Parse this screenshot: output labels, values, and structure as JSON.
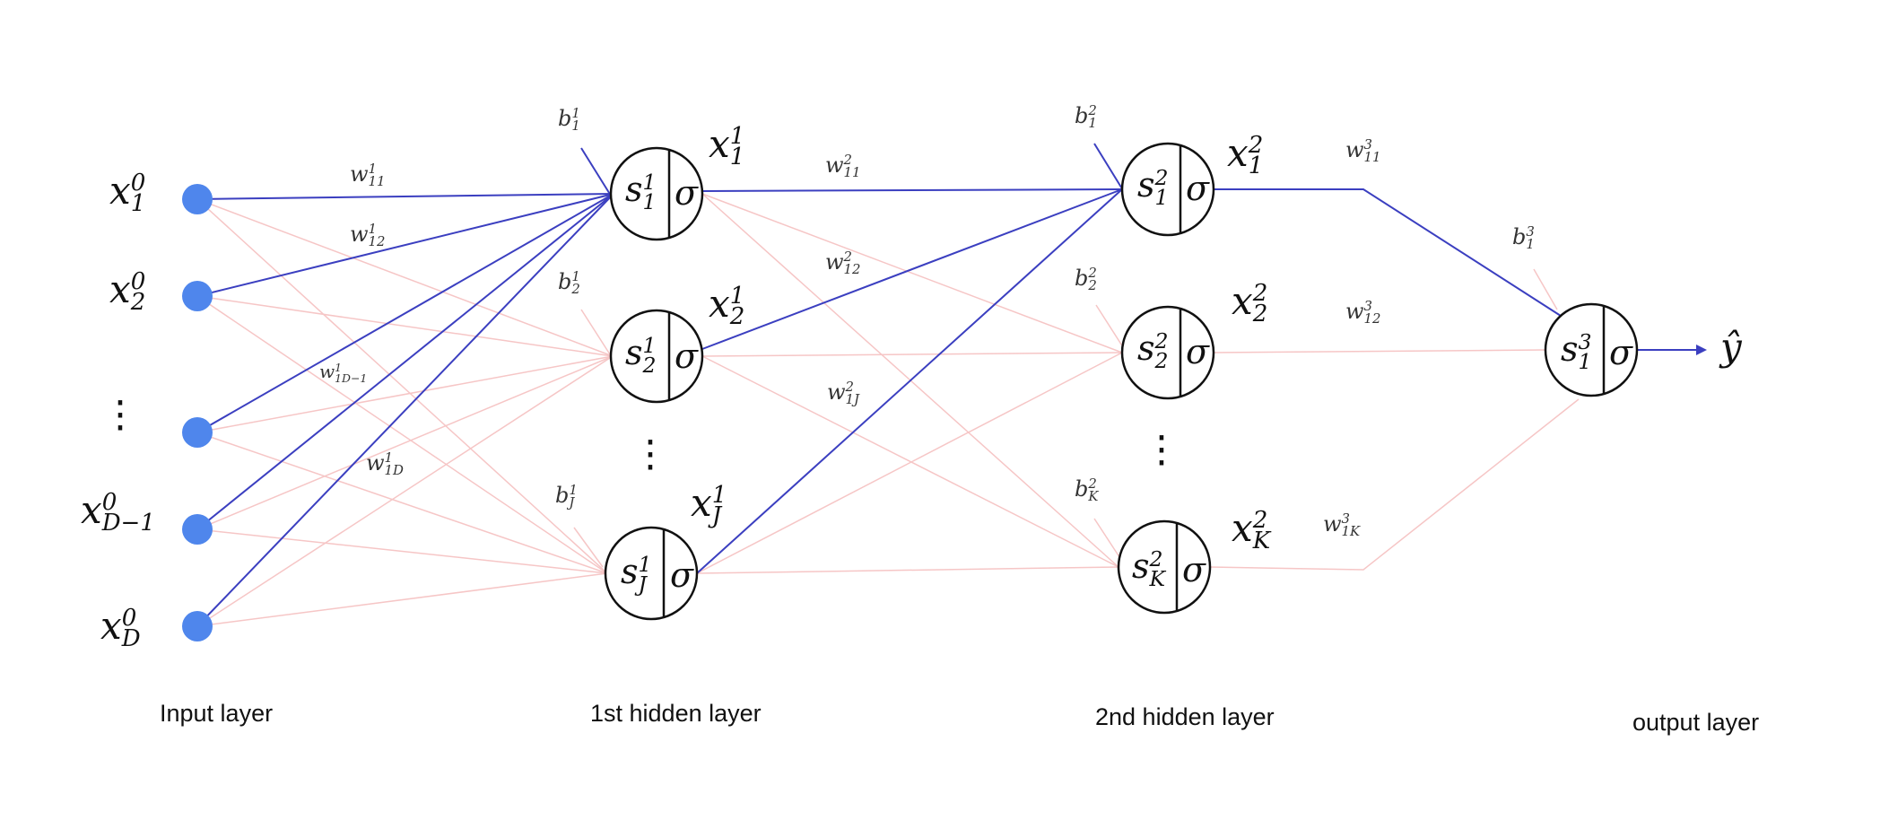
{
  "layers": {
    "input": "Input layer",
    "hidden1": "1st hidden layer",
    "hidden2": "2nd hidden layer",
    "output": "output layer"
  },
  "inputs": [
    {
      "base": "x",
      "sup": "0",
      "sub": "1"
    },
    {
      "base": "x",
      "sup": "0",
      "sub": "2"
    },
    {
      "base": "x",
      "sup": "0",
      "sub": "D−1"
    },
    {
      "base": "x",
      "sup": "0",
      "sub": "D"
    }
  ],
  "hidden1_nodes": [
    {
      "s_sup": "1",
      "s_sub": "1",
      "act": "σ",
      "out_sup": "1",
      "out_sub": "1",
      "bias_sup": "1",
      "bias_sub": "1"
    },
    {
      "s_sup": "1",
      "s_sub": "2",
      "act": "σ",
      "out_sup": "1",
      "out_sub": "2",
      "bias_sup": "1",
      "bias_sub": "2"
    },
    {
      "s_sup": "1",
      "s_sub": "J",
      "act": "σ",
      "out_sup": "1",
      "out_sub": "J",
      "bias_sup": "1",
      "bias_sub": "J"
    }
  ],
  "hidden2_nodes": [
    {
      "s_sup": "2",
      "s_sub": "1",
      "act": "σ",
      "out_sup": "2",
      "out_sub": "1",
      "bias_sup": "2",
      "bias_sub": "1"
    },
    {
      "s_sup": "2",
      "s_sub": "2",
      "act": "σ",
      "out_sup": "2",
      "out_sub": "2",
      "bias_sup": "2",
      "bias_sub": "2"
    },
    {
      "s_sup": "2",
      "s_sub": "K",
      "act": "σ",
      "out_sup": "2",
      "out_sub": "K",
      "bias_sup": "2",
      "bias_sub": "K"
    }
  ],
  "output_node": {
    "s_sup": "3",
    "s_sub": "1",
    "act": "σ",
    "bias_sup": "3",
    "bias_sub": "1",
    "yhat": "ŷ"
  },
  "weights_layer1": [
    {
      "sup": "1",
      "sub": "11"
    },
    {
      "sup": "1",
      "sub": "12"
    },
    {
      "sup": "1",
      "sub": "1D−1"
    },
    {
      "sup": "1",
      "sub": "1D"
    }
  ],
  "weights_layer2": [
    {
      "sup": "2",
      "sub": "11"
    },
    {
      "sup": "2",
      "sub": "12"
    },
    {
      "sup": "2",
      "sub": "1J"
    }
  ],
  "weights_layer3": [
    {
      "sup": "3",
      "sub": "11"
    },
    {
      "sup": "3",
      "sub": "12"
    },
    {
      "sup": "3",
      "sub": "1K"
    }
  ],
  "colors": {
    "highlight": "#3b3fc0",
    "faded": "#f6c6c6",
    "input_node": "#4f86ec",
    "stroke": "#111111"
  }
}
